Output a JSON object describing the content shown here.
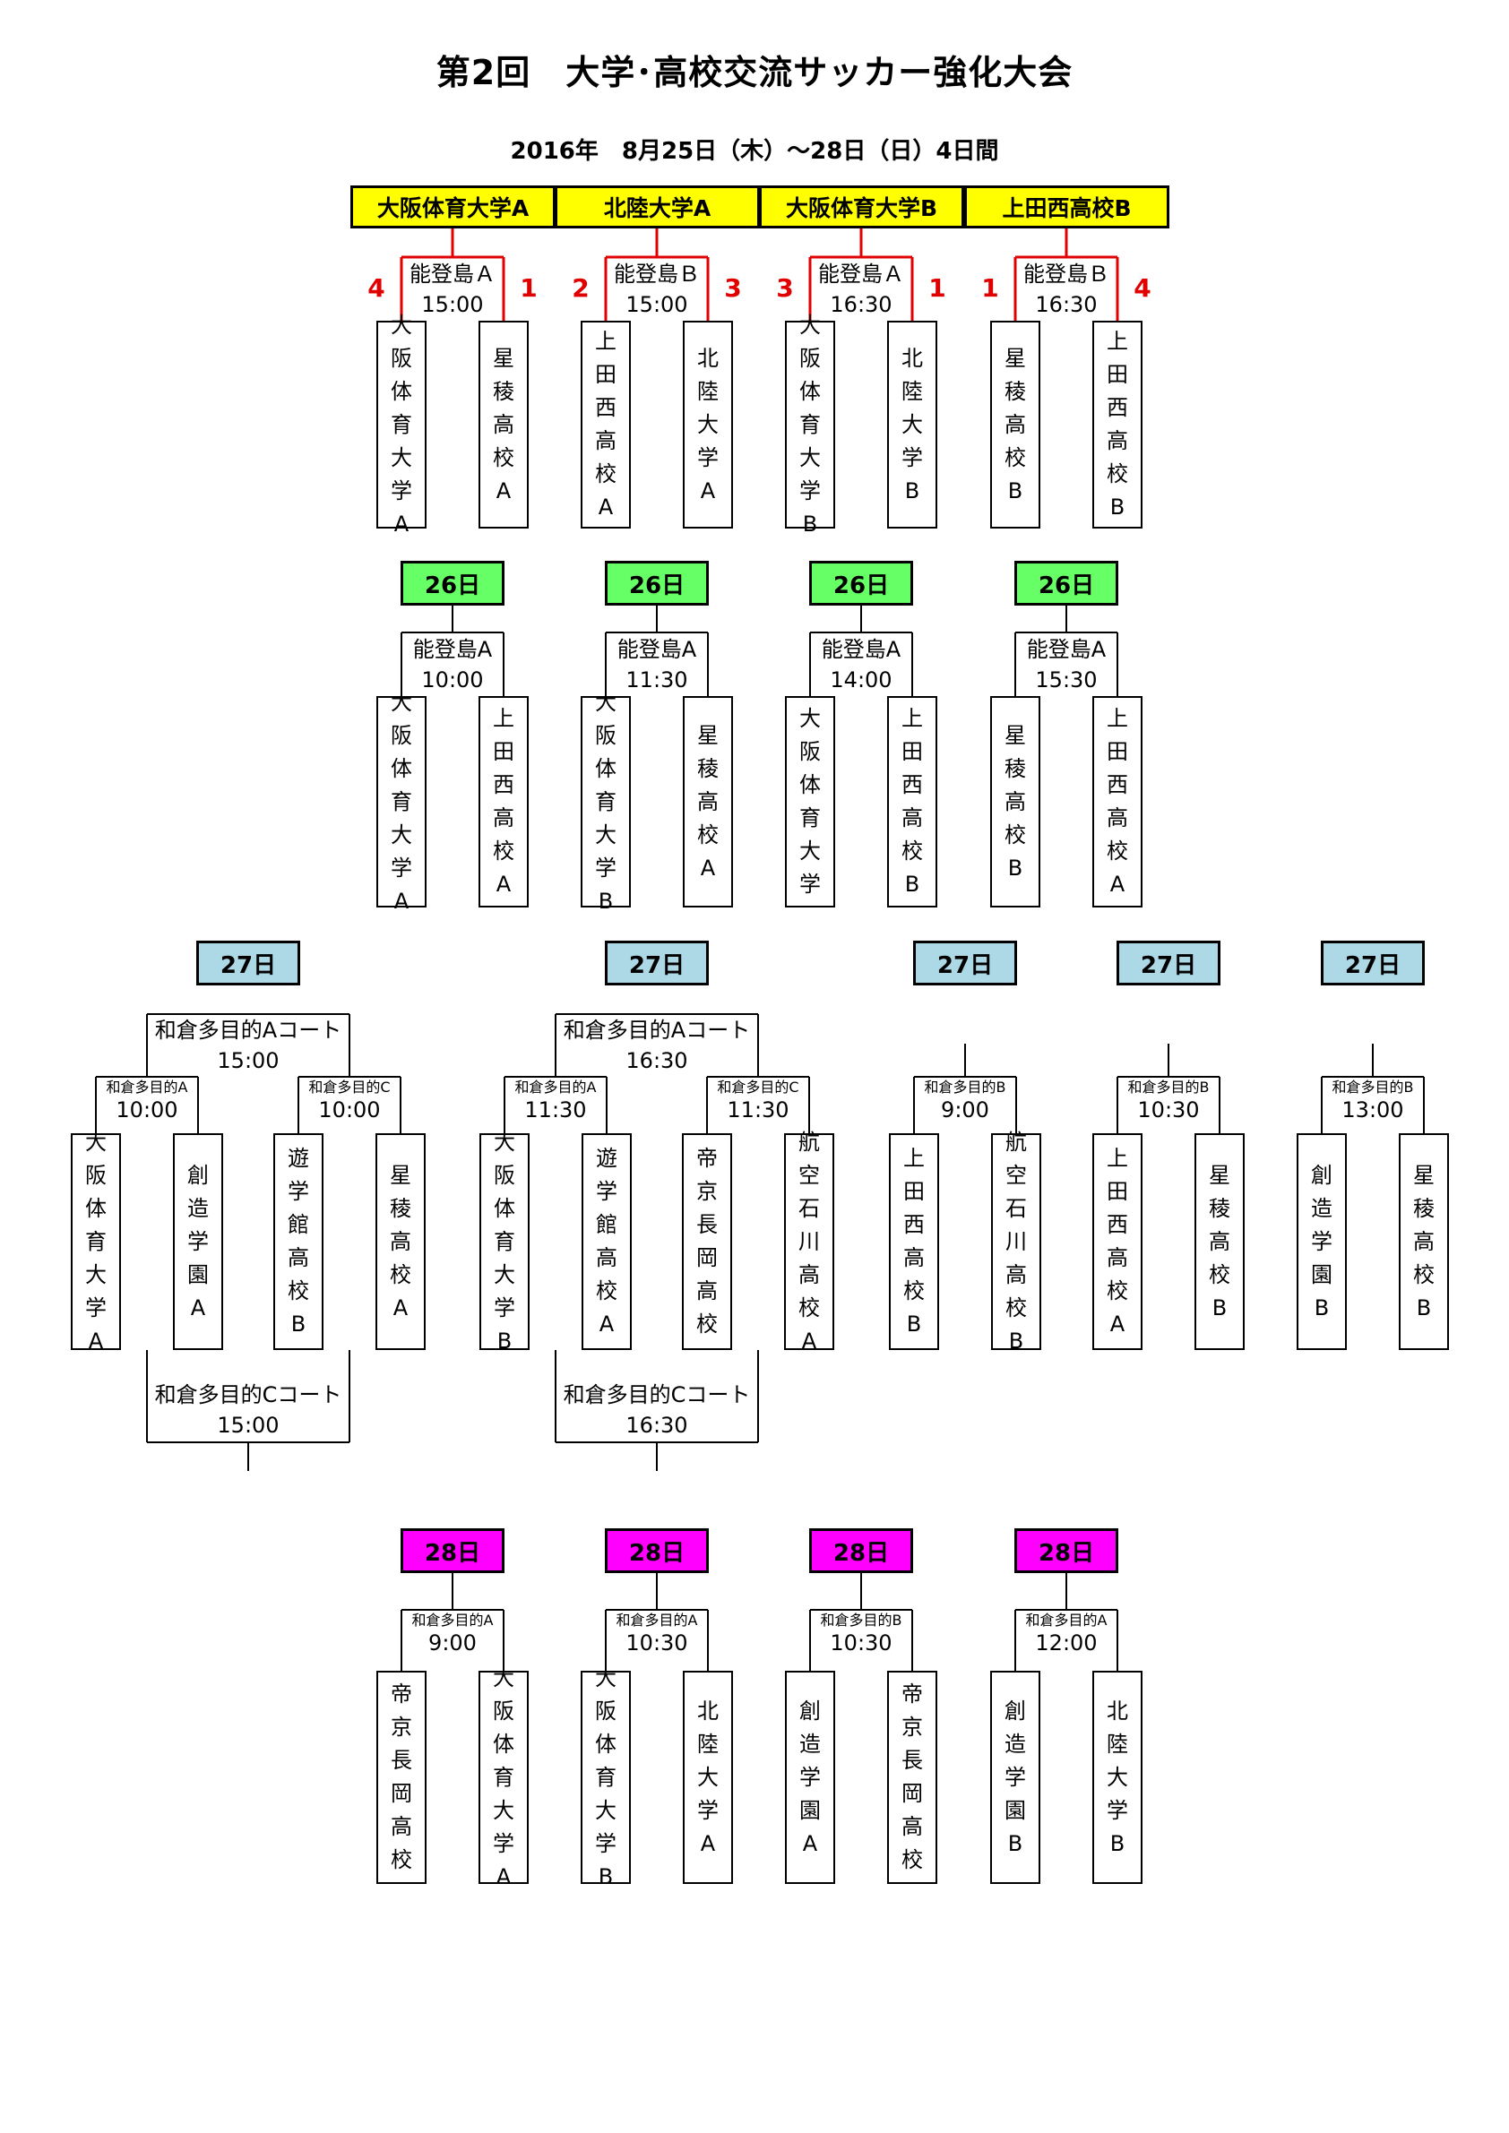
{
  "title": "第2回　大学･高校交流サッカー強化大会",
  "subtitle": "2016年　8月25日（木）～28日（日）4日間",
  "seeds": [
    "大阪体育大学A",
    "北陸大学A",
    "大阪体育大学B",
    "上田西高校B"
  ],
  "day25": [
    {
      "venue": "能登島Ａ",
      "time": "15:00",
      "home": "大阪体育大学A",
      "away": "星稜高校A",
      "score_home": "4",
      "score_away": "1"
    },
    {
      "venue": "能登島Ｂ",
      "time": "15:00",
      "home": "上田西高校A",
      "away": "北陸大学A",
      "score_home": "2",
      "score_away": "3"
    },
    {
      "venue": "能登島Ａ",
      "time": "16:30",
      "home": "大阪体育大学B",
      "away": "北陸大学B",
      "score_home": "3",
      "score_away": "1"
    },
    {
      "venue": "能登島Ｂ",
      "time": "16:30",
      "home": "星稜高校B",
      "away": "上田西高校B",
      "score_home": "1",
      "score_away": "4"
    }
  ],
  "day26_label": "26日",
  "day26": [
    {
      "venue": "能登島A",
      "time": "10:00",
      "home": "大阪体育大学A",
      "away": "上田西高校A"
    },
    {
      "venue": "能登島A",
      "time": "11:30",
      "home": "大阪体育大学B",
      "away": "星稜高校A"
    },
    {
      "venue": "能登島A",
      "time": "14:00",
      "home": "大阪体育大学",
      "away": "上田西高校B"
    },
    {
      "venue": "能登島A",
      "time": "15:30",
      "home": "星稜高校B",
      "away": "上田西高校A"
    }
  ],
  "day27_label": "27日",
  "day27_main": [
    {
      "final_venue": "和倉多目的Aコート",
      "final_time": "15:00",
      "bottom_venue": "和倉多目的Cコート",
      "bottom_time": "15:00",
      "left": {
        "venue": "和倉多目的A",
        "time": "10:00",
        "home": "大阪体育大学A",
        "away": "創造学園A"
      },
      "right": {
        "venue": "和倉多目的C",
        "time": "10:00",
        "home": "遊学館高校B",
        "away": "星稜高校A"
      }
    },
    {
      "final_venue": "和倉多目的Aコート",
      "final_time": "16:30",
      "bottom_venue": "和倉多目的Cコート",
      "bottom_time": "16:30",
      "left": {
        "venue": "和倉多目的A",
        "time": "11:30",
        "home": "大阪体育大学B",
        "away": "遊学館高校A"
      },
      "right": {
        "venue": "和倉多目的C",
        "time": "11:30",
        "home": "帝京長岡高校",
        "away": "航空石川高校A"
      }
    }
  ],
  "day27_single": [
    {
      "venue": "和倉多目的B",
      "time": "9:00",
      "home": "上田西高校B",
      "away": "航空石川高校B"
    },
    {
      "venue": "和倉多目的B",
      "time": "10:30",
      "home": "上田西高校A",
      "away": "星稜高校B"
    },
    {
      "venue": "和倉多目的B",
      "time": "13:00",
      "home": "創造学園B",
      "away": "星稜高校B"
    }
  ],
  "day28_label": "28日",
  "day28": [
    {
      "venue": "和倉多目的A",
      "time": "9:00",
      "home": "帝京長岡高校",
      "away": "大阪体育大学A"
    },
    {
      "venue": "和倉多目的A",
      "time": "10:30",
      "home": "大阪体育大学B",
      "away": "北陸大学A"
    },
    {
      "venue": "和倉多目的B",
      "time": "10:30",
      "home": "創造学園A",
      "away": "帝京長岡高校"
    },
    {
      "venue": "和倉多目的A",
      "time": "12:00",
      "home": "創造学園B",
      "away": "北陸大学B"
    }
  ],
  "colors": {
    "seed": "#ffff00",
    "day26": "#66ff66",
    "day27": "#add8e6",
    "day28": "#ff00ff",
    "score": "#e00000",
    "line": "#000000",
    "seed_line": "#e00000"
  }
}
